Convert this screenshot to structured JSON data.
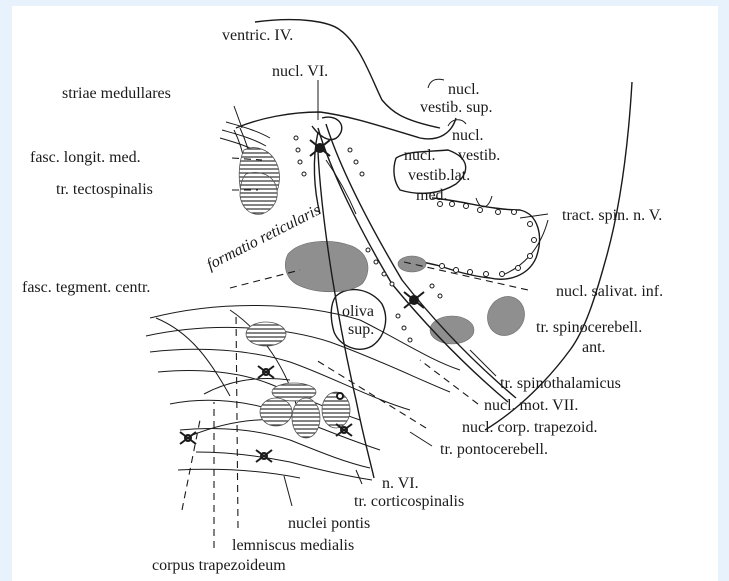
{
  "labels": {
    "ventric_iv": "ventric. IV.",
    "nucl_vi": "nucl. VI.",
    "nucl_vestib_sup_1": "nucl.",
    "nucl_vestib_sup_2": "vestib. sup.",
    "striae_medullares": "striae medullares",
    "nucl_vestib_med_1": "nucl.",
    "nucl_vestib_med_2": "vestib.",
    "nucl_vestib_med_3": "med.",
    "nucl_vestib_lat_1": "nucl.",
    "nucl_vestib_lat_2": "vestib.lat.",
    "fasc_longit_med": "fasc. longit. med.",
    "tr_tectospinalis": "tr. tectospinalis",
    "formatio_reticularis": "formatio reticularis",
    "tract_spin_n_v": "tract. spin. n. V.",
    "fasc_tegment_centr": "fasc. tegment. centr.",
    "nucl_salivat_inf": "nucl. salivat. inf.",
    "oliva_sup_1": "oliva",
    "oliva_sup_2": "sup.",
    "tr_spinocerebell_ant_1": "tr. spinocerebell.",
    "tr_spinocerebell_ant_2": "ant.",
    "tr_spinothalamicus": "tr. spinothalamicus",
    "nucl_mot_vii": "nucl. mot. VII.",
    "nucl_corp_trapezoid": "nucl. corp. trapezoid.",
    "tr_pontocerebell": "tr. pontocerebell.",
    "n_vi": "n. VI.",
    "tr_corticospinalis": "tr. corticospinalis",
    "nuclei_pontis": "nuclei pontis",
    "lemniscus_medialis": "lemniscus medialis",
    "corpus_trapezoideum": "corpus trapezoideum"
  },
  "colors": {
    "page_background": "#e8f2fc",
    "paper": "#ffffff",
    "ink": "#1a1a1a"
  }
}
